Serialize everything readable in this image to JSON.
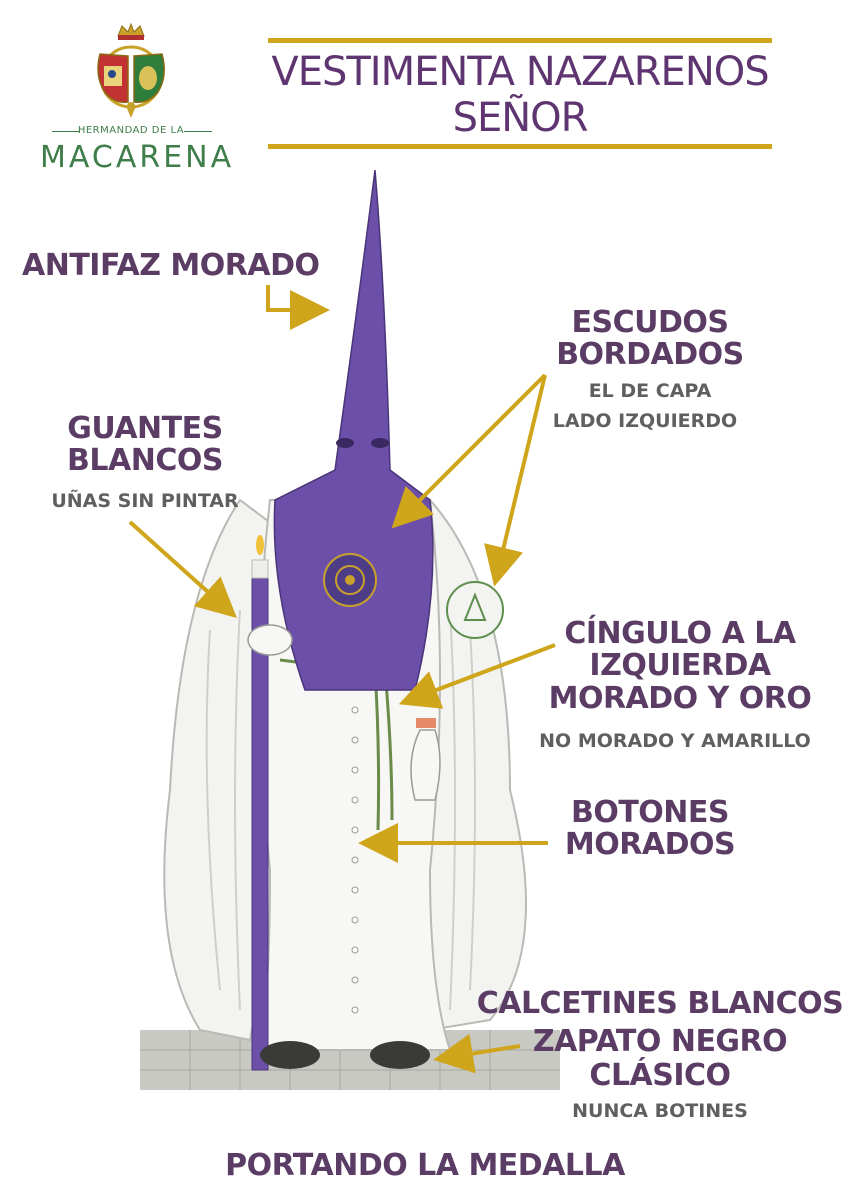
{
  "logo": {
    "top_text": "HERMANDAD DE LA",
    "name": "MACARENA"
  },
  "title": {
    "line1": "VESTIMENTA NAZARENOS",
    "line2": "SEÑOR"
  },
  "labels": {
    "antifaz": "ANTIFAZ MORADO",
    "escudos_1": "ESCUDOS",
    "escudos_2": "BORDADOS",
    "escudos_note_1": "EL DE CAPA",
    "escudos_note_2": "LADO IZQUIERDO",
    "guantes_1": "GUANTES",
    "guantes_2": "BLANCOS",
    "guantes_note": "UÑAS SIN PINTAR",
    "cingulo_1": "CÍNGULO A LA",
    "cingulo_2": "IZQUIERDA",
    "cingulo_3": "MORADO Y ORO",
    "cingulo_note": "NO MORADO Y AMARILLO",
    "botones_1": "BOTONES",
    "botones_2": "MORADOS",
    "calcetines": "CALCETINES BLANCOS",
    "zapato_1": "ZAPATO NEGRO",
    "zapato_2": "CLÁSICO",
    "zapato_note": "NUNCA BOTINES",
    "medalla": "PORTANDO LA MEDALLA"
  },
  "colors": {
    "purple_text": "#5a3c64",
    "gold": "#cfa51c",
    "hood_purple": "#6b4fa8",
    "logo_green": "#3f7d4a"
  }
}
